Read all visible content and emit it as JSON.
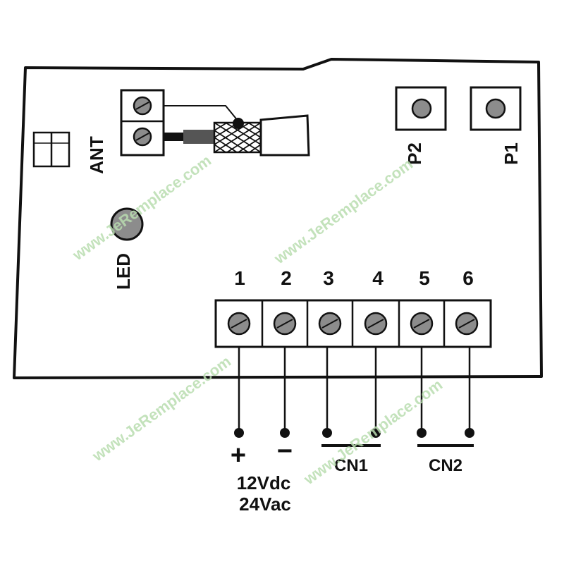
{
  "board": {
    "antenna_label": "ANT",
    "led_label": "LED",
    "buttons": [
      {
        "id": "p2",
        "label": "P2"
      },
      {
        "id": "p1",
        "label": "P1"
      }
    ],
    "terminals": [
      {
        "number": "1"
      },
      {
        "number": "2"
      },
      {
        "number": "3"
      },
      {
        "number": "4"
      },
      {
        "number": "5"
      },
      {
        "number": "6"
      }
    ]
  },
  "wiring": {
    "plus_label": "+",
    "minus_label": "−",
    "supply_line1": "12Vdc",
    "supply_line2": "24Vac",
    "cn1_label": "CN1",
    "cn2_label": "CN2"
  },
  "watermark": {
    "text": "www.JeRemplace.com"
  },
  "colors": {
    "ink": "#111111",
    "screw_fill": "#8c8c8c",
    "watermark": "#b9ddb0"
  }
}
